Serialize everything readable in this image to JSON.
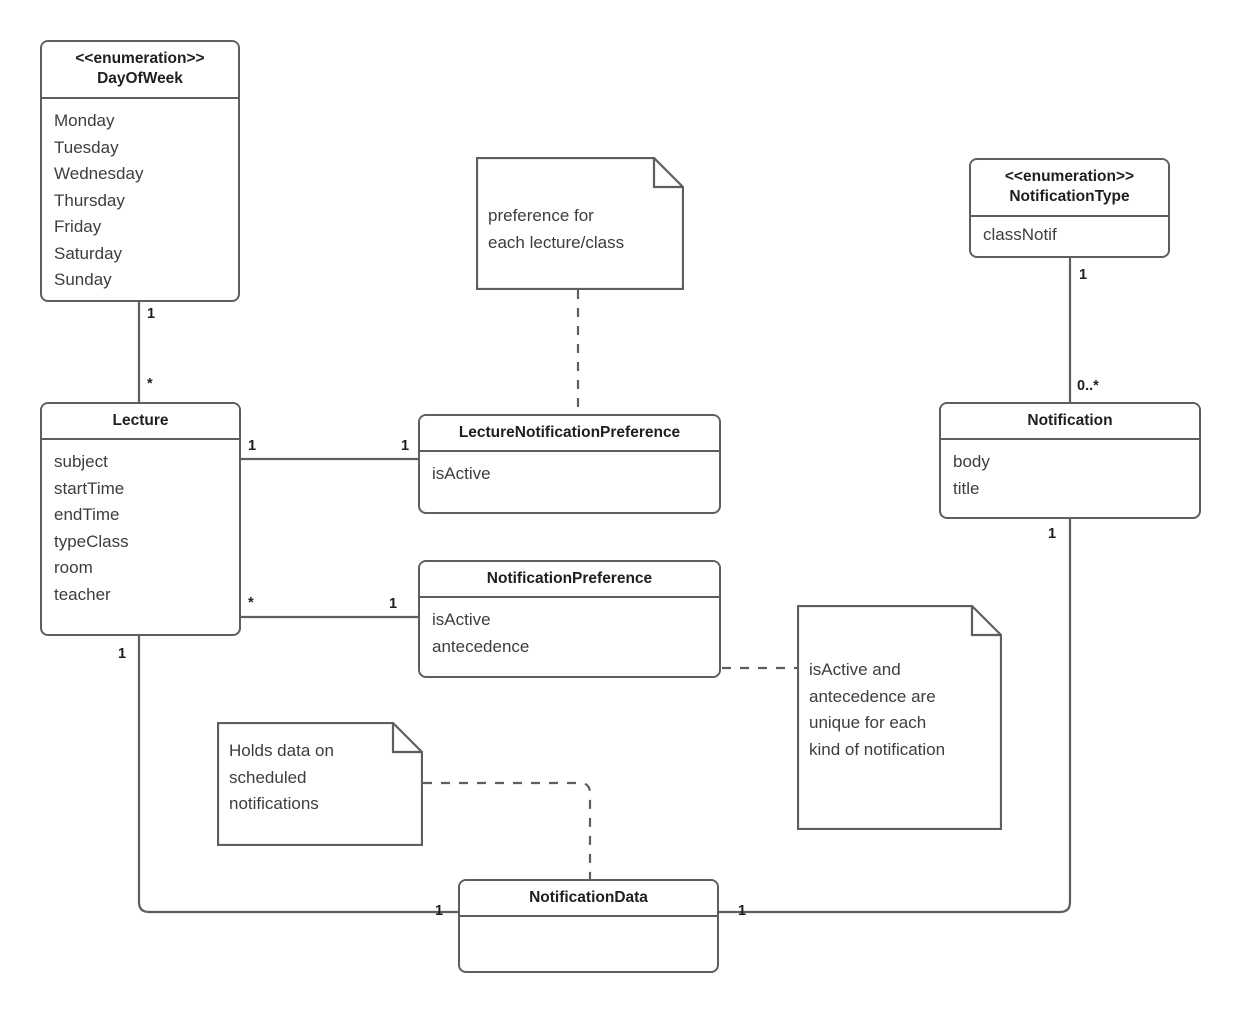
{
  "diagram": {
    "title": "UML class diagram",
    "stroke_color": "#5e5e5e",
    "text_color": "#3d3d3d",
    "background": "#ffffff"
  },
  "classes": {
    "day_of_week": {
      "stereotype": "<<enumeration>>",
      "name": "DayOfWeek",
      "attributes": [
        "Monday",
        "Tuesday",
        "Wednesday",
        "Thursday",
        "Friday",
        "Saturday",
        "Sunday"
      ]
    },
    "lecture": {
      "stereotype": "",
      "name": "Lecture",
      "attributes": [
        "subject",
        "startTime",
        "endTime",
        "typeClass",
        "room",
        "teacher"
      ]
    },
    "lecture_notification_preference": {
      "stereotype": "",
      "name": "LectureNotificationPreference",
      "attributes": [
        "isActive"
      ]
    },
    "notification_preference": {
      "stereotype": "",
      "name": "NotificationPreference",
      "attributes": [
        "isActive",
        "antecedence"
      ]
    },
    "notification_type": {
      "stereotype": "<<enumeration>>",
      "name": "NotificationType",
      "attributes": [
        "classNotif"
      ]
    },
    "notification": {
      "stereotype": "",
      "name": "Notification",
      "attributes": [
        "body",
        "title"
      ]
    },
    "notification_data": {
      "stereotype": "",
      "name": "NotificationData",
      "attributes": []
    }
  },
  "notes": {
    "preference_note": "preference for\neach lecture/class",
    "unique_note": "isActive and\nantecedence are\nunique for each\nkind of notification",
    "scheduled_note": "Holds data on\nscheduled\nnotifications"
  },
  "multiplicities": {
    "dayofweek_to_lecture_source": "1",
    "dayofweek_to_lecture_target": "*",
    "lecture_to_lnp_source": "1",
    "lecture_to_lnp_target": "1",
    "lecture_to_np_source": "*",
    "lecture_to_np_target": "1",
    "lecture_to_notificationdata_source": "1",
    "notificationdata_left": "1",
    "notificationdata_right": "1",
    "notificationtype_source": "1",
    "notification_target": "0..*",
    "notification_bottom": "1"
  }
}
